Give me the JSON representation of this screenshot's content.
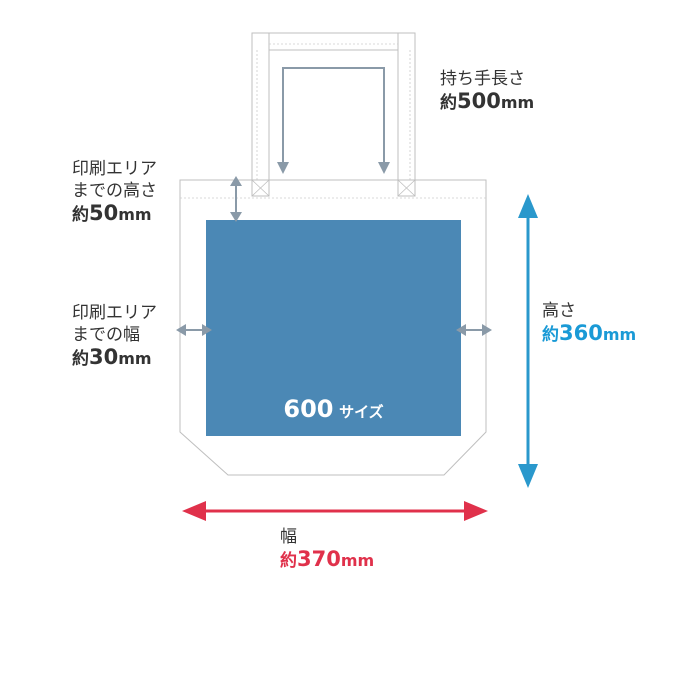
{
  "handle": {
    "label": "持ち手長さ",
    "prefix": "約",
    "number": "500",
    "unit": "mm"
  },
  "print_height_margin": {
    "line1": "印刷エリア",
    "line2": "までの高さ",
    "prefix": "約",
    "number": "50",
    "unit": "mm"
  },
  "print_width_margin": {
    "line1": "印刷エリア",
    "line2": "までの幅",
    "prefix": "約",
    "number": "30",
    "unit": "mm"
  },
  "height": {
    "label": "高さ",
    "prefix": "約",
    "number": "360",
    "unit": "mm"
  },
  "width": {
    "label": "幅",
    "prefix": "約",
    "number": "370",
    "unit": "mm"
  },
  "print_area": {
    "number": "600",
    "unit": "サイズ"
  },
  "colors": {
    "print_area": "#4b88b5",
    "outline": "#bfbfbf",
    "dim_gray": "#8a9aa8",
    "height_arrow": "#2a98cc",
    "width_arrow": "#e0314b"
  }
}
